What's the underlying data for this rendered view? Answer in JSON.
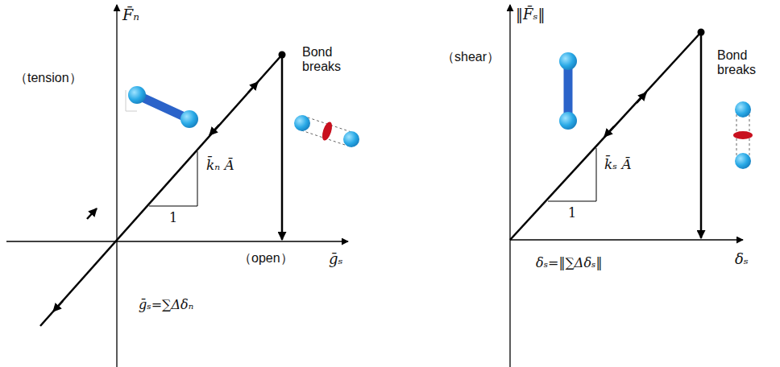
{
  "diagram": {
    "labels": [
      "F̄ₙ",
      "（tension）",
      "Bond breaks",
      "k̄ₙ Ā",
      "1",
      "（open）",
      "ḡₛ",
      "ḡₛ=∑Δδₙ",
      "‖F̄ₛ‖",
      "（shear）",
      "Bond breaks",
      "k̄ₛ Ā",
      "1",
      "δₛ",
      "δₛ=‖∑Δδₛ‖"
    ]
  }
}
